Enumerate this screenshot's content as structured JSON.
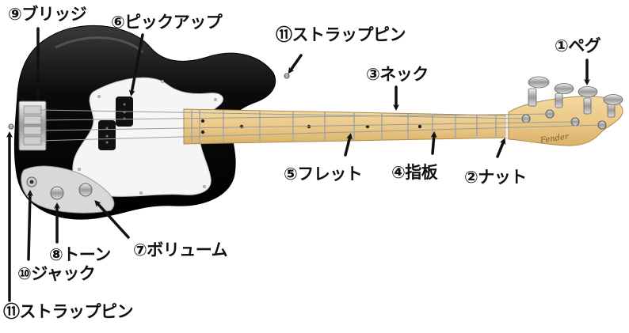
{
  "labels": {
    "peg": "①ペグ",
    "nut": "②ナット",
    "neck": "③ネック",
    "fingerboard": "④指板",
    "fret": "⑤フレット",
    "pickup": "⑥ピックアップ",
    "volume": "⑦ボリューム",
    "tone": "⑧トーン",
    "bridge": "⑨ブリッジ",
    "jack": "⑩ジャック",
    "strap_pin_top": "⑪ストラップピン",
    "strap_pin_bottom": "⑪ストラップピン"
  },
  "headstock_logo": "Fender",
  "colors": {
    "body": "#0c0c0c",
    "pickguard": "#f4f4f4",
    "maple": "#e9c988",
    "fret": "#b9b9b9",
    "arrow": "#111111"
  }
}
